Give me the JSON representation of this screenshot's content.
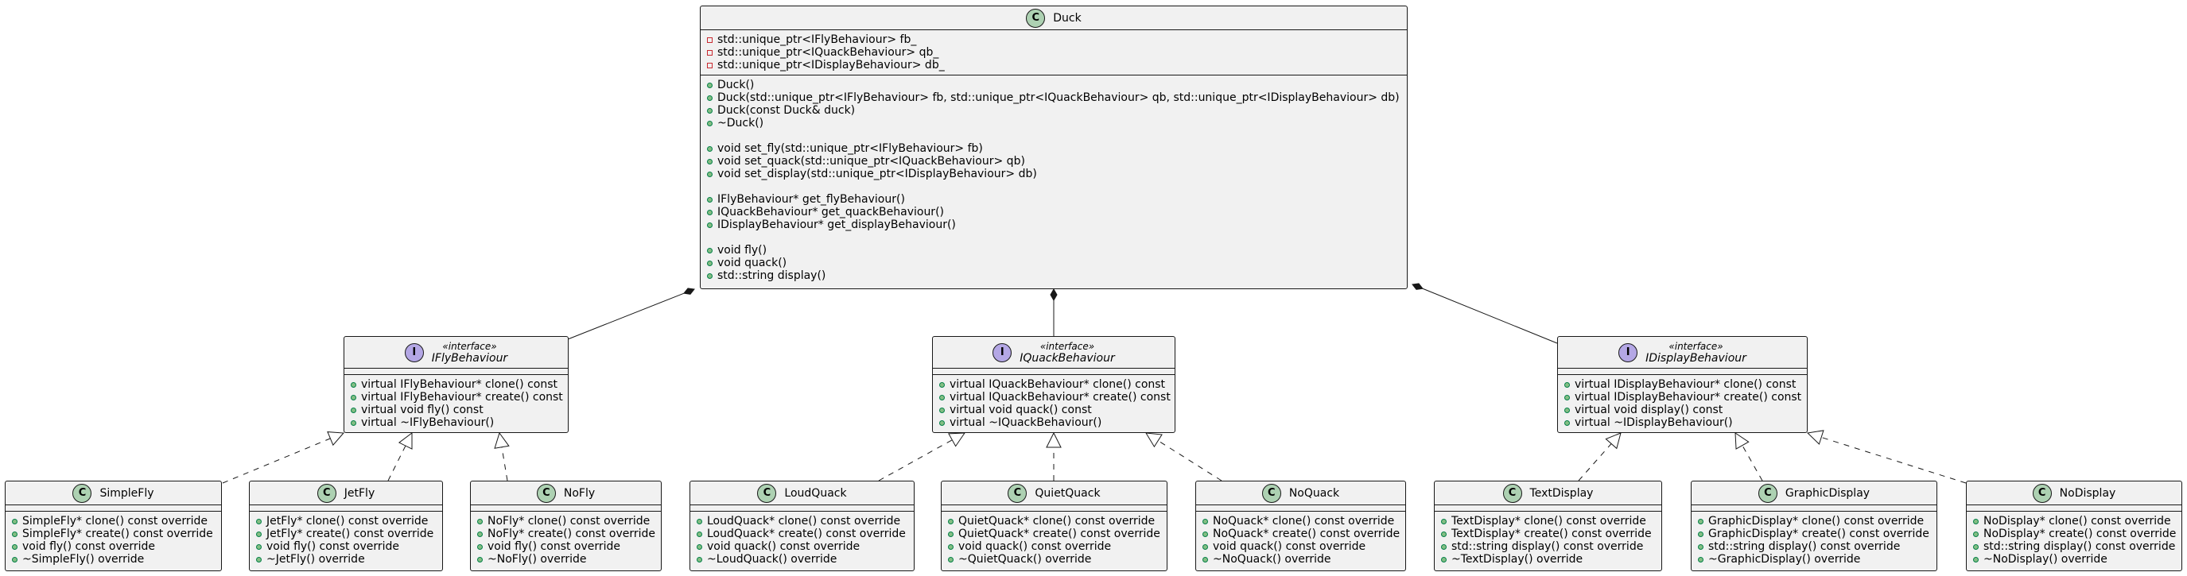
{
  "diagram": {
    "classes": {
      "duck": {
        "name": "Duck",
        "badge": "C",
        "fields": [
          "std::unique_ptr<IFlyBehaviour> fb_",
          "std::unique_ptr<IQuackBehaviour> qb_",
          "std::unique_ptr<IDisplayBehaviour> db_"
        ],
        "methods": [
          "Duck()",
          "Duck(std::unique_ptr<IFlyBehaviour> fb, std::unique_ptr<IQuackBehaviour> qb, std::unique_ptr<IDisplayBehaviour> db)",
          "Duck(const Duck& duck)",
          "~Duck()",
          "",
          "void set_fly(std::unique_ptr<IFlyBehaviour> fb)",
          "void set_quack(std::unique_ptr<IQuackBehaviour> qb)",
          "void set_display(std::unique_ptr<IDisplayBehaviour> db)",
          "",
          "IFlyBehaviour* get_flyBehaviour()",
          "IQuackBehaviour* get_quackBehaviour()",
          "IDisplayBehaviour* get_displayBehaviour()",
          "",
          "void fly()",
          "void quack()",
          "std::string display()"
        ]
      },
      "ifly": {
        "name": "IFlyBehaviour",
        "stereotype": "«interface»",
        "badge": "I",
        "methods": [
          "virtual IFlyBehaviour* clone() const",
          "virtual IFlyBehaviour* create() const",
          "virtual void fly() const",
          "virtual ~IFlyBehaviour()"
        ]
      },
      "iquack": {
        "name": "IQuackBehaviour",
        "stereotype": "«interface»",
        "badge": "I",
        "methods": [
          "virtual IQuackBehaviour* clone() const",
          "virtual IQuackBehaviour* create() const",
          "virtual void quack() const",
          "virtual ~IQuackBehaviour()"
        ]
      },
      "idisplay": {
        "name": "IDisplayBehaviour",
        "stereotype": "«interface»",
        "badge": "I",
        "methods": [
          "virtual IDisplayBehaviour* clone() const",
          "virtual IDisplayBehaviour* create() const",
          "virtual void display() const",
          "virtual ~IDisplayBehaviour()"
        ]
      },
      "simplefly": {
        "name": "SimpleFly",
        "badge": "C",
        "methods": [
          "SimpleFly* clone() const override",
          "SimpleFly* create() const override",
          "void fly() const override",
          "~SimpleFly() override"
        ]
      },
      "jetfly": {
        "name": "JetFly",
        "badge": "C",
        "methods": [
          "JetFly* clone() const override",
          "JetFly* create() const override",
          "void fly() const override",
          "~JetFly() override"
        ]
      },
      "nofly": {
        "name": "NoFly",
        "badge": "C",
        "methods": [
          "NoFly* clone() const override",
          "NoFly* create() const override",
          "void fly() const override",
          "~NoFly() override"
        ]
      },
      "loudquack": {
        "name": "LoudQuack",
        "badge": "C",
        "methods": [
          "LoudQuack* clone() const override",
          "LoudQuack* create() const override",
          "void quack() const override",
          "~LoudQuack() override"
        ]
      },
      "quietquack": {
        "name": "QuietQuack",
        "badge": "C",
        "methods": [
          "QuietQuack* clone() const override",
          "QuietQuack* create() const override",
          "void quack() const override",
          "~QuietQuack() override"
        ]
      },
      "noquack": {
        "name": "NoQuack",
        "badge": "C",
        "methods": [
          "NoQuack* clone() const override",
          "NoQuack* create() const override",
          "void quack() const override",
          "~NoQuack() override"
        ]
      },
      "textdisplay": {
        "name": "TextDisplay",
        "badge": "C",
        "methods": [
          "TextDisplay* clone() const override",
          "TextDisplay* create() const override",
          "std::string display() const override",
          "~TextDisplay() override"
        ]
      },
      "graphicdisplay": {
        "name": "GraphicDisplay",
        "badge": "C",
        "methods": [
          "GraphicDisplay* clone() const override",
          "GraphicDisplay* create() const override",
          "std::string display() const override",
          "~GraphicDisplay() override"
        ]
      },
      "nodisplay": {
        "name": "NoDisplay",
        "badge": "C",
        "methods": [
          "NoDisplay* clone() const override",
          "NoDisplay* create() const override",
          "std::string display() const override",
          "~NoDisplay() override"
        ]
      }
    },
    "colors": {
      "class_fill": "#f1f1f1",
      "border": "#181818",
      "class_badge": "#add1b2",
      "interface_badge": "#b4a7e5",
      "public_marker": "#84be84",
      "private_marker": "#c82930"
    }
  }
}
